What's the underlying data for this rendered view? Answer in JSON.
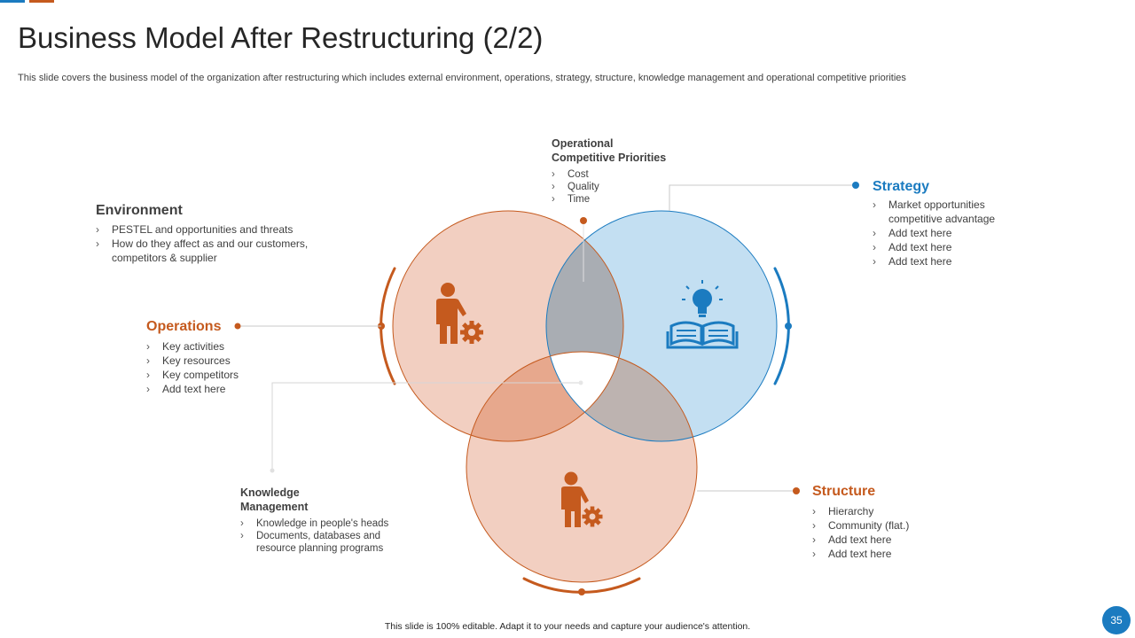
{
  "title": "Business Model After Restructuring (2/2)",
  "subtitle": "This slide covers the business model of the organization after restructuring which includes external environment, operations, strategy, structure, knowledge management and operational competitive priorities",
  "colors": {
    "orange": "#c55a1e",
    "blue": "#1b7bc0",
    "orange_fill": "#f2cfc1",
    "blue_fill": "#c3dff2",
    "gray_overlap": "#a7abb1"
  },
  "sections": {
    "environment": {
      "title": "Environment",
      "items": [
        "PESTEL and opportunities and threats",
        "How do they affect as and our customers, competitors & supplier"
      ]
    },
    "operations": {
      "title": "Operations",
      "items": [
        "Key activities",
        "Key resources",
        "Key competitors",
        "Add text here"
      ]
    },
    "priorities": {
      "title_line1": "Operational",
      "title_line2": "Competitive Priorities",
      "items": [
        "Cost",
        "Quality",
        "Time"
      ]
    },
    "strategy": {
      "title": "Strategy",
      "items": [
        "Market opportunities competitive advantage",
        "Add text here",
        "Add text here",
        "Add text here"
      ]
    },
    "knowledge": {
      "title_line1": "Knowledge",
      "title_line2": "Management",
      "items": [
        "Knowledge in people's heads",
        "Documents, databases and resource planning programs"
      ]
    },
    "structure": {
      "title": "Structure",
      "items": [
        "Hierarchy",
        "Community (flat.)",
        "Add text here",
        "Add text here"
      ]
    }
  },
  "icons": {
    "left_circle": "person-gear-icon",
    "right_circle": "lightbulb-book-icon",
    "bottom_circle": "person-gear-icon"
  },
  "footer": "This slide is 100% editable. Adapt it to your needs and capture your audience's attention.",
  "page_number": "35"
}
